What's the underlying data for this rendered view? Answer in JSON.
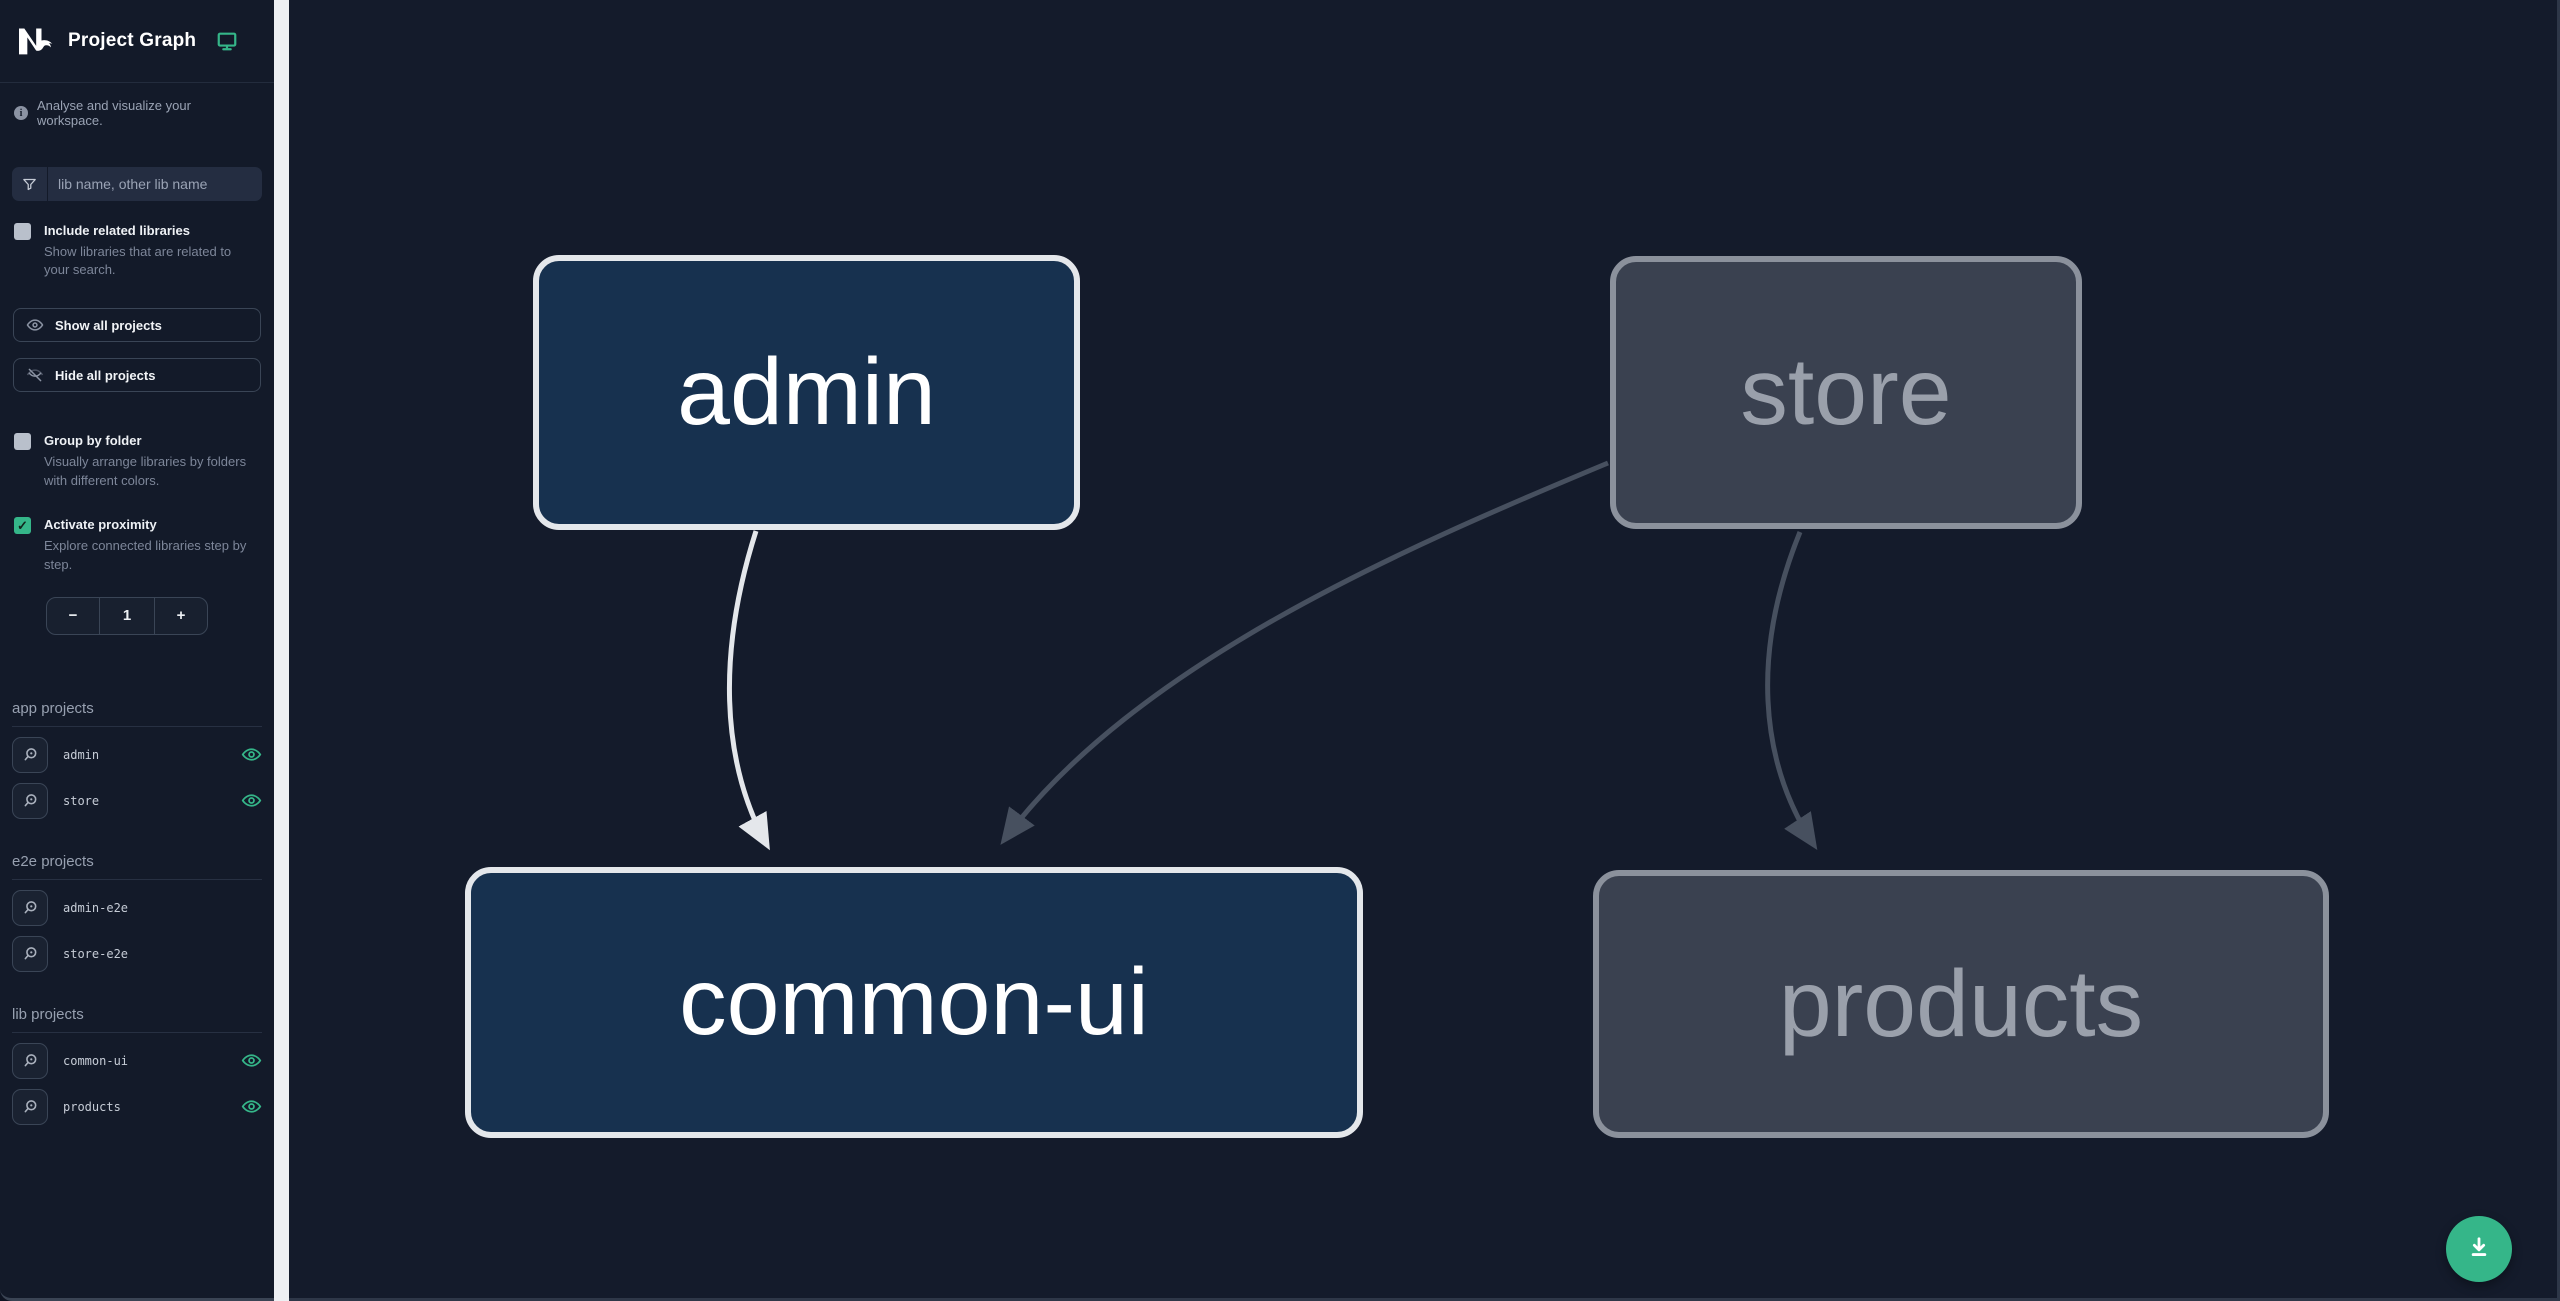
{
  "app": {
    "title": "Project Graph",
    "tagline": "Analyse and visualize your workspace."
  },
  "sidebar": {
    "filter": {
      "placeholder": "lib name, other lib name"
    },
    "checkboxes": [
      {
        "id": "include-related",
        "label": "Include related libraries",
        "description": "Show libraries that are related to your search.",
        "checked": false
      },
      {
        "id": "group-by-folder",
        "label": "Group by folder",
        "description": "Visually arrange libraries by folders with different colors.",
        "checked": false
      },
      {
        "id": "activate-proximity",
        "label": "Activate proximity",
        "description": "Explore connected libraries step by step.",
        "checked": true
      }
    ],
    "buttons": {
      "show_all": "Show all projects",
      "hide_all": "Hide all projects"
    },
    "stepper": {
      "minus": "−",
      "value": "1",
      "plus": "+"
    },
    "sections": [
      {
        "title": "app projects",
        "items": [
          {
            "name": "admin",
            "visible": true
          },
          {
            "name": "store",
            "visible": true
          }
        ]
      },
      {
        "title": "e2e projects",
        "items": [
          {
            "name": "admin-e2e",
            "visible": false
          },
          {
            "name": "store-e2e",
            "visible": false
          }
        ]
      },
      {
        "title": "lib projects",
        "items": [
          {
            "name": "common-ui",
            "visible": true
          },
          {
            "name": "products",
            "visible": true
          }
        ]
      }
    ]
  },
  "graph": {
    "nodes": [
      {
        "id": "admin",
        "label": "admin",
        "state": "focused"
      },
      {
        "id": "store",
        "label": "store",
        "state": "unfocused"
      },
      {
        "id": "common-ui",
        "label": "common-ui",
        "state": "focused"
      },
      {
        "id": "products",
        "label": "products",
        "state": "unfocused"
      }
    ],
    "edges": [
      {
        "from": "admin",
        "to": "common-ui",
        "emphasis": "highlighted"
      },
      {
        "from": "store",
        "to": "common-ui",
        "emphasis": "dimmed"
      },
      {
        "from": "store",
        "to": "products",
        "emphasis": "dimmed"
      }
    ]
  },
  "colors": {
    "accent_teal": "#35B689",
    "node_focused_fill": "#17314F",
    "node_focused_border": "#E4E7EB",
    "node_unfocused_fill": "#3A4150",
    "node_unfocused_border": "#8B919C",
    "edge_highlighted": "#E4E7EB",
    "edge_dimmed": "#47505F",
    "sidebar_bg": "#131A29",
    "canvas_bg": "#141B2B"
  },
  "fab": {
    "action": "download-graph-image"
  }
}
